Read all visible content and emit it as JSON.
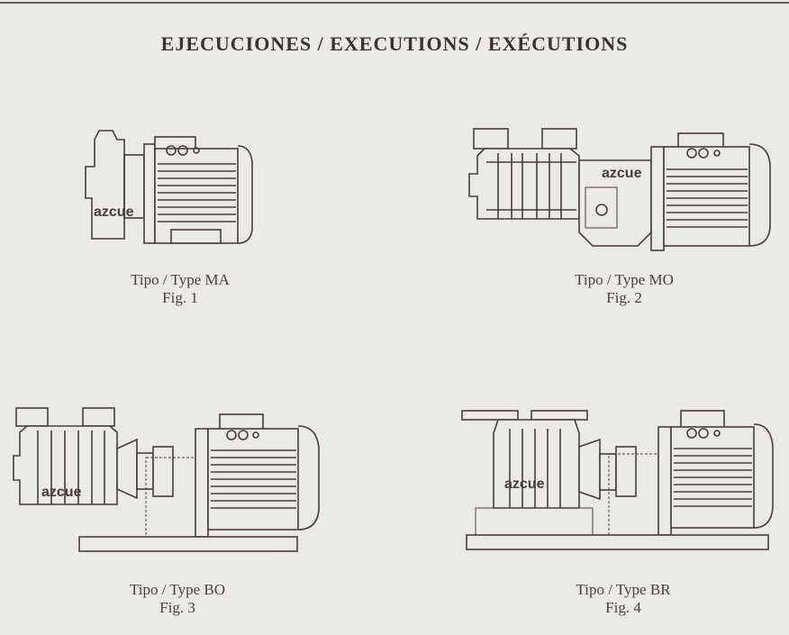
{
  "title": "EJECUCIONES / EXECUTIONS / EXÉCUTIONS",
  "brand": "azcue",
  "figures": [
    {
      "type": "Tipo / Type MA",
      "fig": "Fig. 1"
    },
    {
      "type": "Tipo / Type MO",
      "fig": "Fig. 2"
    },
    {
      "type": "Tipo / Type BO",
      "fig": "Fig. 3"
    },
    {
      "type": "Tipo / Type BR",
      "fig": "Fig. 4"
    }
  ]
}
